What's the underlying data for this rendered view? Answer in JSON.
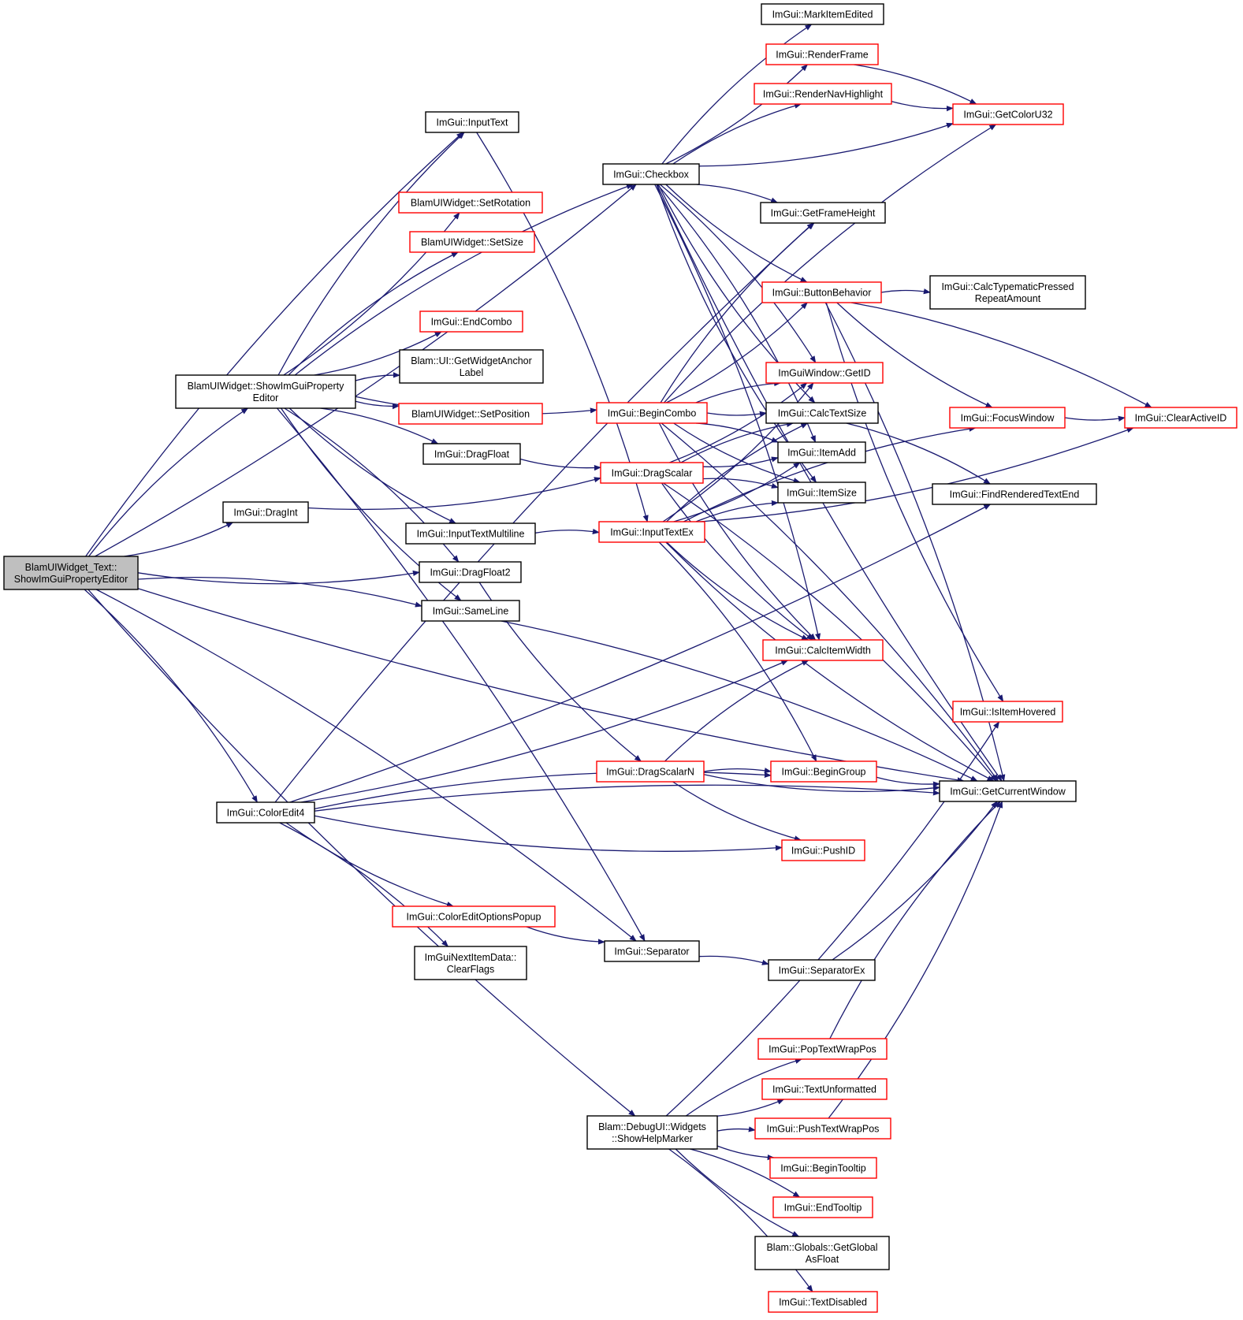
{
  "graph": {
    "nodes": [
      {
        "id": "root",
        "lines": [
          "BlamUIWidget_Text::",
          "ShowImGuiPropertyEditor"
        ],
        "style": "root"
      },
      {
        "id": "showprop",
        "lines": [
          "BlamUIWidget::ShowImGuiProperty",
          "Editor"
        ],
        "style": "black"
      },
      {
        "id": "dragint",
        "lines": [
          "ImGui::DragInt"
        ],
        "style": "black"
      },
      {
        "id": "coloredit4",
        "lines": [
          "ImGui::ColorEdit4"
        ],
        "style": "black"
      },
      {
        "id": "helpmarker",
        "lines": [
          "Blam::DebugUI::Widgets",
          "::ShowHelpMarker"
        ],
        "style": "black"
      },
      {
        "id": "inputtext",
        "lines": [
          "ImGui::InputText"
        ],
        "style": "black"
      },
      {
        "id": "setrotation",
        "lines": [
          "BlamUIWidget::SetRotation"
        ],
        "style": "red"
      },
      {
        "id": "setsize",
        "lines": [
          "BlamUIWidget::SetSize"
        ],
        "style": "red"
      },
      {
        "id": "endcombo",
        "lines": [
          "ImGui::EndCombo"
        ],
        "style": "red"
      },
      {
        "id": "anchorlabel",
        "lines": [
          "Blam::UI::GetWidgetAnchor",
          "Label"
        ],
        "style": "black"
      },
      {
        "id": "setposition",
        "lines": [
          "BlamUIWidget::SetPosition"
        ],
        "style": "red"
      },
      {
        "id": "dragfloat",
        "lines": [
          "ImGui::DragFloat"
        ],
        "style": "black"
      },
      {
        "id": "inputmulti",
        "lines": [
          "ImGui::InputTextMultiline"
        ],
        "style": "black"
      },
      {
        "id": "dragfloat2",
        "lines": [
          "ImGui::DragFloat2"
        ],
        "style": "black"
      },
      {
        "id": "sameline",
        "lines": [
          "ImGui::SameLine"
        ],
        "style": "black"
      },
      {
        "id": "coloroptpopup",
        "lines": [
          "ImGui::ColorEditOptionsPopup"
        ],
        "style": "red"
      },
      {
        "id": "clearflags",
        "lines": [
          "ImGuiNextItemData::",
          "ClearFlags"
        ],
        "style": "black"
      },
      {
        "id": "checkbox",
        "lines": [
          "ImGui::Checkbox"
        ],
        "style": "black"
      },
      {
        "id": "begincombo",
        "lines": [
          "ImGui::BeginCombo"
        ],
        "style": "red"
      },
      {
        "id": "dragscalar",
        "lines": [
          "ImGui::DragScalar"
        ],
        "style": "red"
      },
      {
        "id": "inputtextex",
        "lines": [
          "ImGui::InputTextEx"
        ],
        "style": "red"
      },
      {
        "id": "dragscalarn",
        "lines": [
          "ImGui::DragScalarN"
        ],
        "style": "red"
      },
      {
        "id": "separator",
        "lines": [
          "ImGui::Separator"
        ],
        "style": "black"
      },
      {
        "id": "markedited",
        "lines": [
          "ImGui::MarkItemEdited"
        ],
        "style": "black"
      },
      {
        "id": "renderframe",
        "lines": [
          "ImGui::RenderFrame"
        ],
        "style": "red"
      },
      {
        "id": "rendernav",
        "lines": [
          "ImGui::RenderNavHighlight"
        ],
        "style": "red"
      },
      {
        "id": "frameheight",
        "lines": [
          "ImGui::GetFrameHeight"
        ],
        "style": "black"
      },
      {
        "id": "buttonbehavior",
        "lines": [
          "ImGui::ButtonBehavior"
        ],
        "style": "red"
      },
      {
        "id": "getid",
        "lines": [
          "ImGuiWindow::GetID"
        ],
        "style": "red"
      },
      {
        "id": "calctextsize",
        "lines": [
          "ImGui::CalcTextSize"
        ],
        "style": "black"
      },
      {
        "id": "itemadd",
        "lines": [
          "ImGui::ItemAdd"
        ],
        "style": "black"
      },
      {
        "id": "itemsize",
        "lines": [
          "ImGui::ItemSize"
        ],
        "style": "black"
      },
      {
        "id": "calcitemwidth",
        "lines": [
          "ImGui::CalcItemWidth"
        ],
        "style": "red"
      },
      {
        "id": "begingroup",
        "lines": [
          "ImGui::BeginGroup"
        ],
        "style": "red"
      },
      {
        "id": "pushid",
        "lines": [
          "ImGui::PushID"
        ],
        "style": "red"
      },
      {
        "id": "separatorex",
        "lines": [
          "ImGui::SeparatorEx"
        ],
        "style": "black"
      },
      {
        "id": "poptextwrap",
        "lines": [
          "ImGui::PopTextWrapPos"
        ],
        "style": "red"
      },
      {
        "id": "textunformatted",
        "lines": [
          "ImGui::TextUnformatted"
        ],
        "style": "red"
      },
      {
        "id": "pushtextwrap",
        "lines": [
          "ImGui::PushTextWrapPos"
        ],
        "style": "red"
      },
      {
        "id": "begintooltip",
        "lines": [
          "ImGui::BeginTooltip"
        ],
        "style": "red"
      },
      {
        "id": "endtooltip",
        "lines": [
          "ImGui::EndTooltip"
        ],
        "style": "red"
      },
      {
        "id": "getglobalfloat",
        "lines": [
          "Blam::Globals::GetGlobal",
          "AsFloat"
        ],
        "style": "black"
      },
      {
        "id": "textdisabled",
        "lines": [
          "ImGui::TextDisabled"
        ],
        "style": "red"
      },
      {
        "id": "getcoloru32",
        "lines": [
          "ImGui::GetColorU32"
        ],
        "style": "red"
      },
      {
        "id": "calctypematic",
        "lines": [
          "ImGui::CalcTypematicPressed",
          "RepeatAmount"
        ],
        "style": "black"
      },
      {
        "id": "focuswindow",
        "lines": [
          "ImGui::FocusWindow"
        ],
        "style": "red"
      },
      {
        "id": "findrendered",
        "lines": [
          "ImGui::FindRenderedTextEnd"
        ],
        "style": "black"
      },
      {
        "id": "isitemhovered",
        "lines": [
          "ImGui::IsItemHovered"
        ],
        "style": "red"
      },
      {
        "id": "getcurrentwindow",
        "lines": [
          "ImGui::GetCurrentWindow"
        ],
        "style": "black"
      },
      {
        "id": "clearactiveid",
        "lines": [
          "ImGui::ClearActiveID"
        ],
        "style": "red"
      }
    ],
    "edges": [
      [
        "root",
        "showprop"
      ],
      [
        "root",
        "dragint"
      ],
      [
        "root",
        "coloredit4"
      ],
      [
        "root",
        "helpmarker"
      ],
      [
        "root",
        "inputtext"
      ],
      [
        "root",
        "dragfloat2"
      ],
      [
        "root",
        "sameline"
      ],
      [
        "root",
        "checkbox"
      ],
      [
        "root",
        "separator"
      ],
      [
        "root",
        "getcurrentwindow"
      ],
      [
        "showprop",
        "inputtext"
      ],
      [
        "showprop",
        "setrotation"
      ],
      [
        "showprop",
        "setsize"
      ],
      [
        "showprop",
        "endcombo"
      ],
      [
        "showprop",
        "anchorlabel"
      ],
      [
        "showprop",
        "setposition"
      ],
      [
        "showprop",
        "dragfloat"
      ],
      [
        "showprop",
        "inputmulti"
      ],
      [
        "showprop",
        "dragfloat2"
      ],
      [
        "showprop",
        "sameline"
      ],
      [
        "showprop",
        "checkbox"
      ],
      [
        "showprop",
        "begincombo"
      ],
      [
        "showprop",
        "separator"
      ],
      [
        "dragint",
        "dragscalar"
      ],
      [
        "inputtext",
        "inputtextex"
      ],
      [
        "dragfloat",
        "dragscalar"
      ],
      [
        "inputmulti",
        "inputtextex"
      ],
      [
        "dragfloat2",
        "dragscalarn"
      ],
      [
        "sameline",
        "getcurrentwindow"
      ],
      [
        "coloredit4",
        "coloroptpopup"
      ],
      [
        "coloredit4",
        "clearflags"
      ],
      [
        "coloredit4",
        "pushid"
      ],
      [
        "coloredit4",
        "begingroup"
      ],
      [
        "coloredit4",
        "calcitemwidth"
      ],
      [
        "coloredit4",
        "frameheight"
      ],
      [
        "coloredit4",
        "findrendered"
      ],
      [
        "coloredit4",
        "getcurrentwindow"
      ],
      [
        "coloroptpopup",
        "separator"
      ],
      [
        "separator",
        "separatorex"
      ],
      [
        "separatorex",
        "getcurrentwindow"
      ],
      [
        "checkbox",
        "markedited"
      ],
      [
        "checkbox",
        "renderframe"
      ],
      [
        "checkbox",
        "rendernav"
      ],
      [
        "checkbox",
        "getcoloru32"
      ],
      [
        "checkbox",
        "frameheight"
      ],
      [
        "checkbox",
        "buttonbehavior"
      ],
      [
        "checkbox",
        "getid"
      ],
      [
        "checkbox",
        "calctextsize"
      ],
      [
        "checkbox",
        "itemadd"
      ],
      [
        "checkbox",
        "itemsize"
      ],
      [
        "checkbox",
        "calcitemwidth"
      ],
      [
        "checkbox",
        "getcurrentwindow"
      ],
      [
        "renderframe",
        "getcoloru32"
      ],
      [
        "rendernav",
        "getcoloru32"
      ],
      [
        "begincombo",
        "getid"
      ],
      [
        "begincombo",
        "calctextsize"
      ],
      [
        "begincombo",
        "itemadd"
      ],
      [
        "begincombo",
        "itemsize"
      ],
      [
        "begincombo",
        "frameheight"
      ],
      [
        "begincombo",
        "buttonbehavior"
      ],
      [
        "begincombo",
        "getcoloru32"
      ],
      [
        "begincombo",
        "calcitemwidth"
      ],
      [
        "begincombo",
        "getcurrentwindow"
      ],
      [
        "dragscalar",
        "getid"
      ],
      [
        "dragscalar",
        "calctextsize"
      ],
      [
        "dragscalar",
        "itemadd"
      ],
      [
        "dragscalar",
        "itemsize"
      ],
      [
        "dragscalar",
        "calcitemwidth"
      ],
      [
        "dragscalar",
        "getcurrentwindow"
      ],
      [
        "inputtextex",
        "getid"
      ],
      [
        "inputtextex",
        "calctextsize"
      ],
      [
        "inputtextex",
        "itemadd"
      ],
      [
        "inputtextex",
        "itemsize"
      ],
      [
        "inputtextex",
        "calcitemwidth"
      ],
      [
        "inputtextex",
        "focuswindow"
      ],
      [
        "inputtextex",
        "clearactiveid"
      ],
      [
        "inputtextex",
        "begingroup"
      ],
      [
        "inputtextex",
        "getcurrentwindow"
      ],
      [
        "dragscalarn",
        "begingroup"
      ],
      [
        "dragscalarn",
        "pushid"
      ],
      [
        "dragscalarn",
        "calcitemwidth"
      ],
      [
        "dragscalarn",
        "getcurrentwindow"
      ],
      [
        "buttonbehavior",
        "calctypematic"
      ],
      [
        "buttonbehavior",
        "focuswindow"
      ],
      [
        "buttonbehavior",
        "clearactiveid"
      ],
      [
        "buttonbehavior",
        "isitemhovered"
      ],
      [
        "buttonbehavior",
        "getcurrentwindow"
      ],
      [
        "focuswindow",
        "clearactiveid"
      ],
      [
        "calctextsize",
        "findrendered"
      ],
      [
        "begingroup",
        "getcurrentwindow"
      ],
      [
        "helpmarker",
        "poptextwrap"
      ],
      [
        "helpmarker",
        "textunformatted"
      ],
      [
        "helpmarker",
        "pushtextwrap"
      ],
      [
        "helpmarker",
        "begintooltip"
      ],
      [
        "helpmarker",
        "endtooltip"
      ],
      [
        "helpmarker",
        "getglobalfloat"
      ],
      [
        "helpmarker",
        "textdisabled"
      ],
      [
        "helpmarker",
        "isitemhovered"
      ],
      [
        "poptextwrap",
        "getcurrentwindow"
      ],
      [
        "pushtextwrap",
        "getcurrentwindow"
      ]
    ]
  }
}
